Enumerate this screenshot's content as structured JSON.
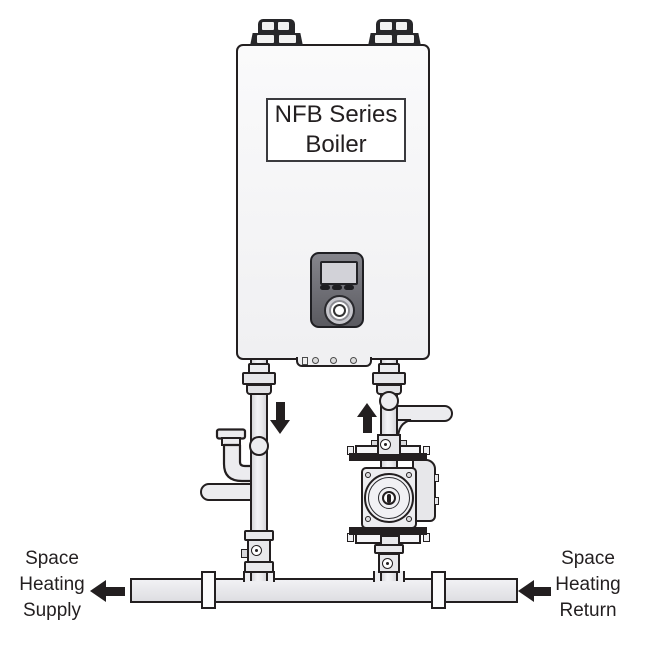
{
  "boiler": {
    "label_line1": "NFB Series",
    "label_line2": "Boiler"
  },
  "labels": {
    "supply": {
      "line1": "Space",
      "line2": "Heating",
      "line3": "Supply"
    },
    "return": {
      "line1": "Space",
      "line2": "Heating",
      "line3": "Return"
    }
  },
  "icons": {
    "supply_flow": "arrow-down",
    "return_flow": "arrow-up",
    "supply_direction": "arrow-left",
    "return_direction": "arrow-left"
  },
  "colors": {
    "line": "#231f20",
    "arrow": "#231f20",
    "label_text": "#231f20",
    "pipe_fill": "#dedee2",
    "boiler_fill": "#f0f0f2",
    "panel_fill": "#5a5a60",
    "vent_fill": "#27272a"
  }
}
